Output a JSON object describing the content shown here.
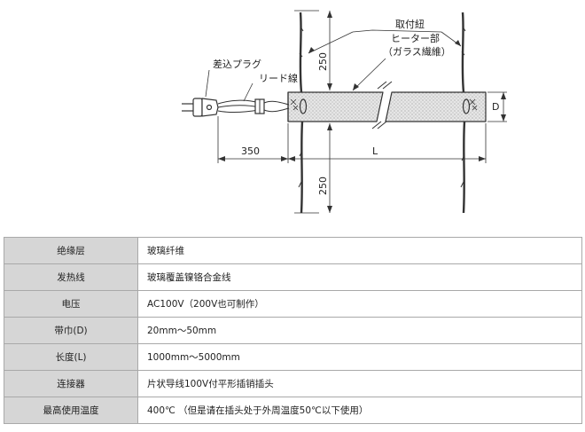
{
  "diagram": {
    "labels": {
      "tie_string": "取付紐",
      "heater_part": "ヒーター部",
      "glass_fiber": "（ガラス繊維）",
      "plug": "差込プラグ",
      "lead_wire": "リード線"
    },
    "dimensions": {
      "top_length": "250",
      "bottom_length": "250",
      "lead_length": "350",
      "heater_length": "L",
      "width": "D"
    }
  },
  "specs": [
    {
      "label": "绝缘层",
      "value": "玻璃纤维"
    },
    {
      "label": "发热线",
      "value": "玻璃覆盖镍铬合金线"
    },
    {
      "label": "电压",
      "value": "AC100V（200V也可制作）"
    },
    {
      "label": "带巾(D)",
      "value": "20mm～50mm"
    },
    {
      "label": "长度(L)",
      "value": "1000mm～5000mm"
    },
    {
      "label": "连接器",
      "value": "片状导线100V付平形插销插头"
    },
    {
      "label": "最高使用温度",
      "value": "400℃ （但是请在插头处于外周温度50℃以下使用）"
    }
  ]
}
